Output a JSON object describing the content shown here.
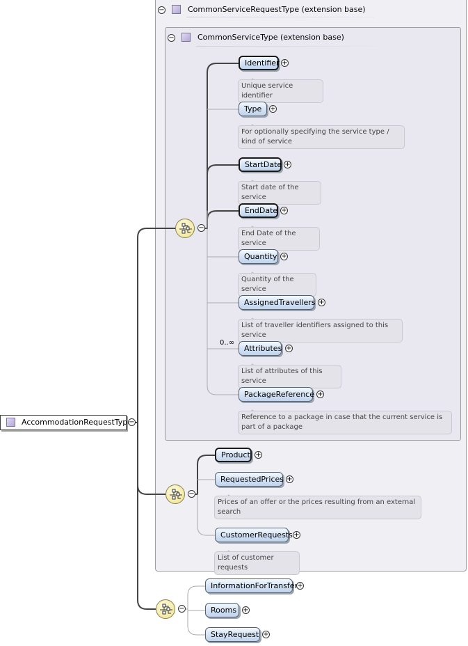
{
  "root": {
    "label": "AccommodationRequestType"
  },
  "outer_group": {
    "header": "CommonServiceRequestType (extension base)"
  },
  "inner_group": {
    "header": "CommonServiceType (extension base)"
  },
  "common_service_elements": [
    {
      "name": "Identifier",
      "doc": "Unique service identifier"
    },
    {
      "name": "Type",
      "doc": "For optionally specifying the service type / kind of service"
    },
    {
      "name": "StartDate",
      "doc": "Start date of the service"
    },
    {
      "name": "EndDate",
      "doc": "End Date of the service"
    },
    {
      "name": "Quantity",
      "doc": "Quantity of the service"
    },
    {
      "name": "AssignedTravellers",
      "doc": "List of traveller identifiers assigned to this service"
    },
    {
      "name": "Attributes",
      "cardinality": "0..∞",
      "doc": "List of attributes of this service"
    },
    {
      "name": "PackageReference",
      "doc": "Reference to a package in case that the current service is part of a package"
    }
  ],
  "request_elements": [
    {
      "name": "Product"
    },
    {
      "name": "RequestedPrices",
      "doc": "Prices of an offer or the prices resulting from an external search"
    },
    {
      "name": "CustomerRequests",
      "doc": "List of customer requests"
    }
  ],
  "accommodation_elements": [
    {
      "name": "InformationForTransfer"
    },
    {
      "name": "Rooms"
    },
    {
      "name": "StayRequest"
    }
  ],
  "symbols": {
    "expand": "+",
    "collapse": "−"
  }
}
